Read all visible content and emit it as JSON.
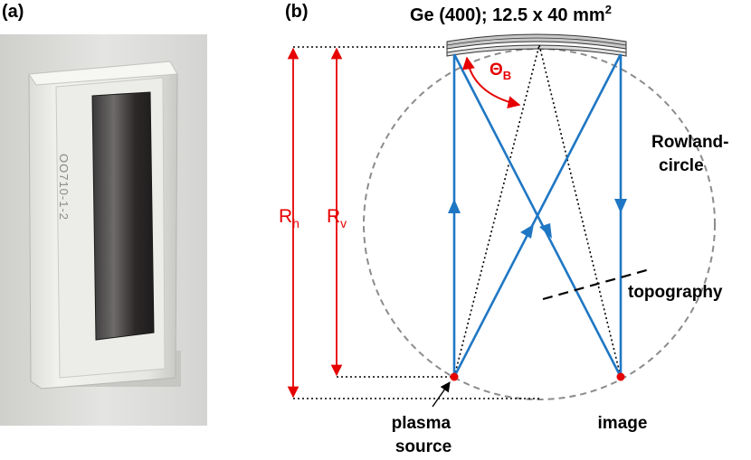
{
  "panels": {
    "a_label": "(a)",
    "b_label": "(b)"
  },
  "photo": {
    "engraving": "OO710-1-2"
  },
  "diagram": {
    "crystal_title_main": "Ge (400); 12.5 x 40 mm",
    "crystal_title_sup": "2",
    "rowland_line1": "Rowland-",
    "rowland_line2": "circle",
    "topography": "topography",
    "source_line1": "plasma",
    "source_line2": "source",
    "image": "image",
    "rh_main": "R",
    "rh_sub": "h",
    "rv_main": "R",
    "rv_sub": "v",
    "theta_main": "Θ",
    "theta_sub": "B"
  },
  "colors": {
    "beam": "#1f77c4",
    "dimension": "#e60000",
    "circle": "#8c8c8c",
    "point": "#e60000"
  }
}
